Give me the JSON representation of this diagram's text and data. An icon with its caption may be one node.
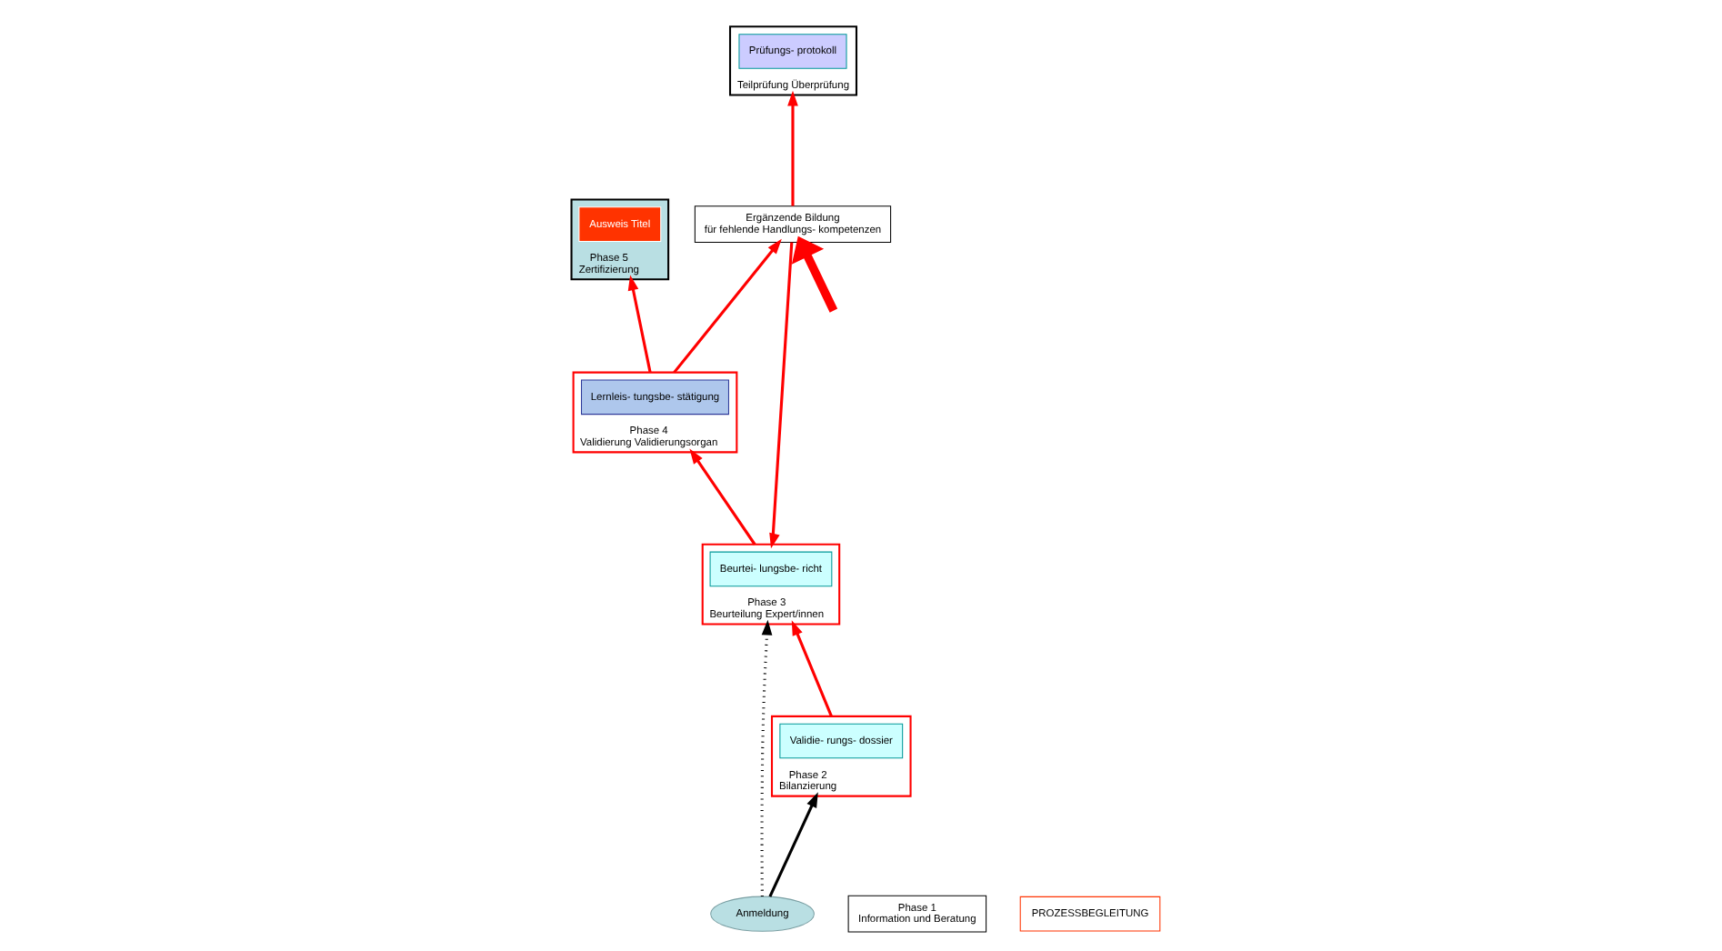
{
  "diagram": {
    "nodes": [
      {
        "text": [
          "Phase 5",
          "Zertifizierung"
        ]
      },
      {
        "text": [
          "Ausweis Titel"
        ],
        "in": 0
      },
      {
        "text": [
          "Phase 1",
          "Information und Beratung"
        ]
      },
      {
        "text": [
          "Anmeldung"
        ]
      },
      {
        "text": [
          "PROZESSBEGLEITUNG"
        ]
      },
      {
        "text": [
          "Phase 4",
          "Validierung Validierungsorgan"
        ]
      },
      {
        "text": [
          "Lernleis- tungsbe- stätigung"
        ],
        "in": 5
      },
      {
        "text": [
          "Phase 3",
          "Beurteilung Expert/innen"
        ]
      },
      {
        "text": [
          "Beurtei- lungsbe- richt"
        ],
        "in": 7
      },
      {
        "text": [
          "Phase 2",
          "Bilanzierung"
        ]
      },
      {
        "text": [
          "Validie- rungs- dossier"
        ],
        "in": 9
      },
      {
        "text": [
          "Teilprüfung Überprüfung"
        ]
      },
      {
        "text": [
          "Prüfungs- protokoll"
        ],
        "in": 11
      },
      {
        "text": [
          "Ergänzende Bildung",
          "für fehlende Handlungs- kompetenzen"
        ]
      }
    ],
    "edges": [
      {
        "from": 5,
        "to": 0,
        "arrow": "to"
      },
      {
        "from": 7,
        "to": 5,
        "arrow": "to"
      },
      {
        "from": 9,
        "to": 7,
        "arrow": "to"
      },
      {
        "from": 5,
        "to": 13,
        "arrow": "to"
      },
      {
        "from": 13,
        "to": 7,
        "arrow": "to"
      },
      {
        "from": 13,
        "to": 11,
        "arrow": "to"
      },
      {
        "from": 3,
        "to": 7,
        "arrow": "to",
        "style": "dashed",
        "color": "#000000"
      },
      {
        "from": 3,
        "to": 9,
        "arrow": "to",
        "color": "#000000"
      },
      {
        "from": null,
        "to": 13,
        "arrow": "to",
        "style": "thick"
      }
    ]
  }
}
